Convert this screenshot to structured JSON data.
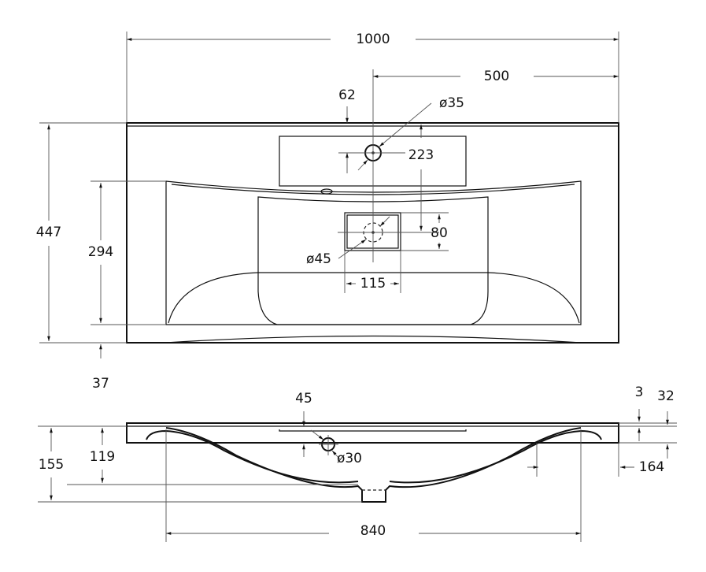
{
  "top_view": {
    "dimensions": {
      "overall_width": "1000",
      "tap_offset": "500",
      "tap_from_back": "62",
      "tap_hole": "ø35",
      "tap_to_drain": "223",
      "drain_recess_depth": "80",
      "drain_hole": "ø45",
      "drain_recess_width": "115",
      "overall_depth": "447",
      "bowl_depth": "294",
      "front_lip": "37"
    }
  },
  "side_view": {
    "dimensions": {
      "overflow_offset": "45",
      "overflow_hole": "ø30",
      "top_thickness": "3",
      "rim_height": "32",
      "overall_height": "155",
      "bowl_height": "119",
      "rim_width": "164",
      "bowl_width": "840"
    }
  }
}
